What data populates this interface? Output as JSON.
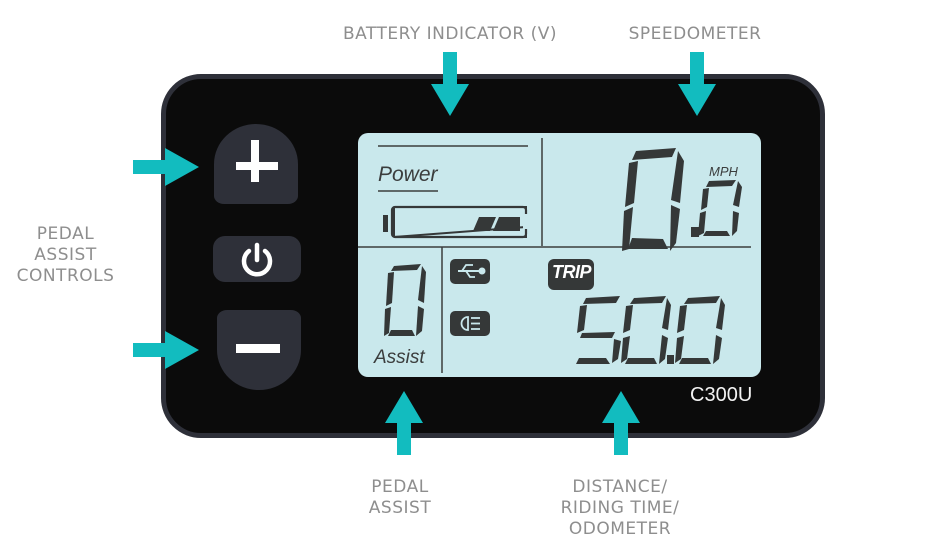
{
  "callouts": {
    "battery": "BATTERY INDICATOR (V)",
    "speedometer": "SPEEDOMETER",
    "pedal_assist_controls": [
      "PEDAL",
      "ASSIST",
      "CONTROLS"
    ],
    "pedal_assist": [
      "PEDAL",
      "ASSIST"
    ],
    "distance": [
      "DISTANCE/",
      "RIDING TIME/",
      "ODOMETER"
    ]
  },
  "device": {
    "model": "C300U",
    "buttons": [
      {
        "name": "plus",
        "icon": "plus-icon"
      },
      {
        "name": "power",
        "icon": "power-icon"
      },
      {
        "name": "minus",
        "icon": "minus-icon"
      }
    ]
  },
  "lcd": {
    "power_label": "Power",
    "battery_bars": 2,
    "speed": "0.0",
    "speed_unit": "MPH",
    "assist_level": "0",
    "assist_label": "Assist",
    "usb_icon": "usb-icon",
    "light_icon": "headlight-icon",
    "trip_label": "TRIP",
    "trip_value": "50.0"
  },
  "colors": {
    "accent": "#12bcbf",
    "lcd_bg": "#c9e8ec",
    "device_bg": "#0b0b0b",
    "bezel": "#2e3039",
    "segment": "#353838",
    "callout_text": "#8e8e8e"
  }
}
